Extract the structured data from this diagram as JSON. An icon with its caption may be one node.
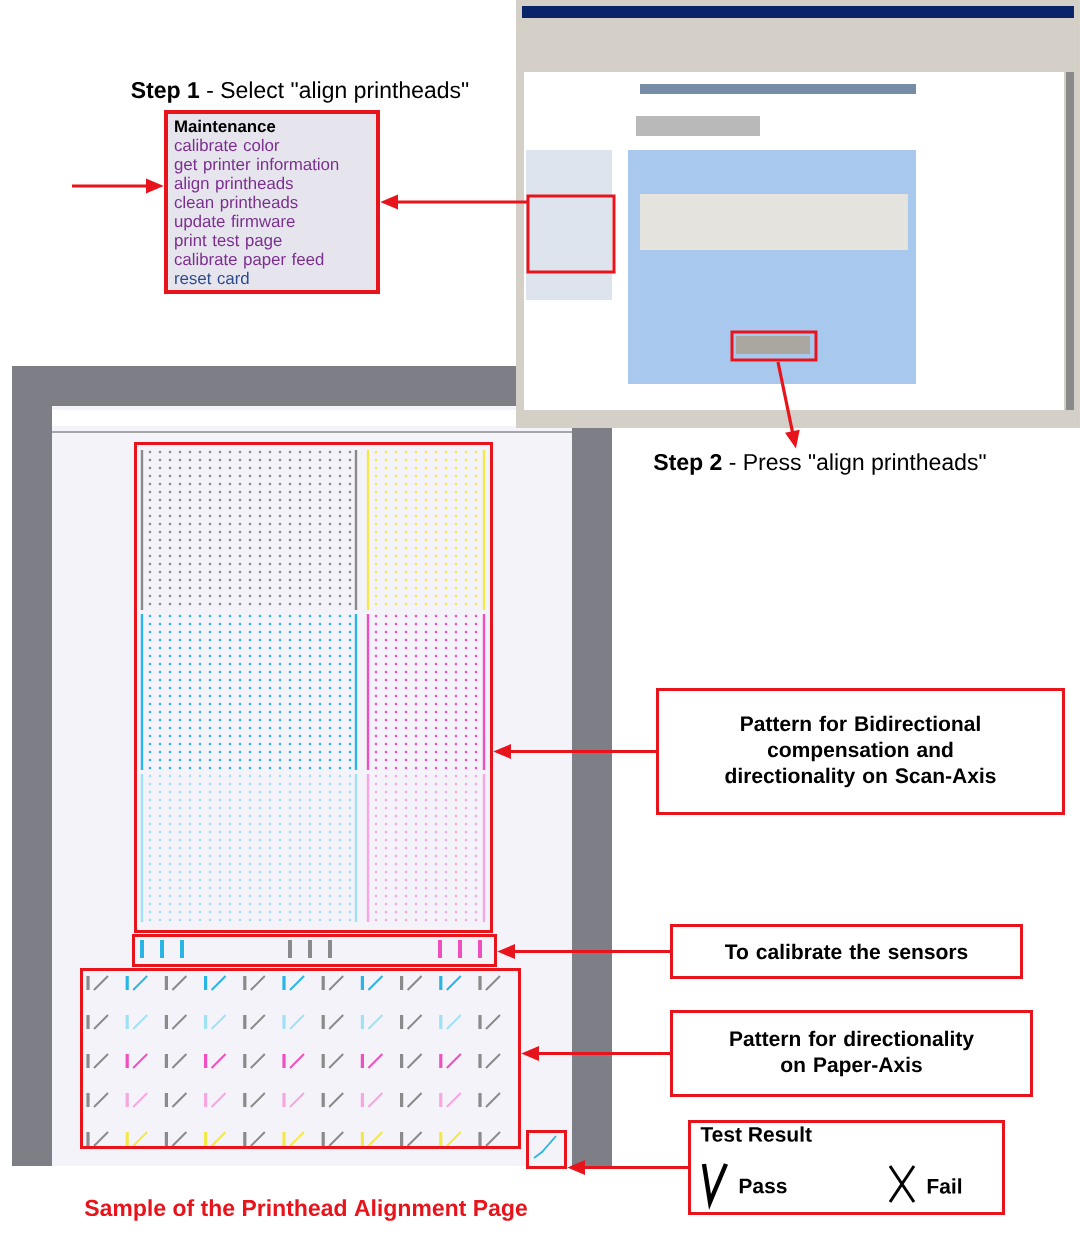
{
  "diagram": {
    "caption": "Sample of the Printhead Alignment Page",
    "nodes": [
      {
        "text": [
          "Maintenance",
          "calibrate color",
          "get printer information",
          "align printheads",
          "clean printheads",
          "update firmware",
          "print test page",
          "calibrate paper feed",
          "reset card"
        ]
      },
      {
        "text": [],
        "shape": "picture"
      },
      {
        "text": [
          "**Step 2** - Press \"align printheads\""
        ]
      },
      {
        "text": [],
        "shape": "box"
      },
      {
        "text": [],
        "shape": "box"
      },
      {
        "text": [],
        "shape": "box"
      },
      {
        "text": [],
        "shape": "box"
      },
      {
        "text": [
          "Pattern for Bidirectional compensation and directionality on Scan-Axis"
        ]
      },
      {
        "text": [
          "To calibrate the sensors"
        ]
      },
      {
        "text": [
          "Pattern for directionality on Paper-Axis"
        ]
      },
      {
        "text": [
          "Test Result",
          "Pass",
          "Fail"
        ]
      }
    ],
    "edges": [
      {
        "from": null,
        "to": 0,
        "arrow": "to"
      },
      {
        "from": 1,
        "to": 0,
        "arrow": "to"
      },
      {
        "from": 1,
        "to": 2,
        "arrow": "to"
      },
      {
        "from": 7,
        "to": 3,
        "arrow": "to"
      },
      {
        "from": 8,
        "to": 4,
        "arrow": "to"
      },
      {
        "from": 9,
        "to": 5,
        "arrow": "to"
      },
      {
        "from": 10,
        "to": 6,
        "arrow": "to"
      }
    ],
    "labels": [
      "**Step 1** - Select \"align printheads\""
    ]
  }
}
